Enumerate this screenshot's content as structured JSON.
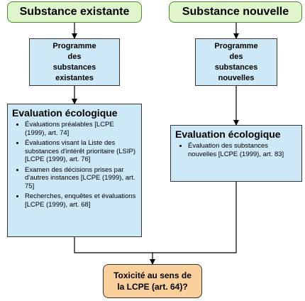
{
  "top_left": "Substance existante",
  "top_right": "Substance nouvelle",
  "program_left": [
    "Programme",
    "des",
    "substances",
    "existantes"
  ],
  "program_right": [
    "Programme",
    "des",
    "substances",
    "nouvelles"
  ],
  "eval_left": {
    "title": "Evaluation écologique",
    "items": [
      "Évaluations préalables [LCPE (1999), art. 74]",
      "Évaluations visant la Liste des substances d'intérêt prioritaire (LSIP) [LCPE (1999), art. 76]",
      "Examen des décisions prises par d'autres instances [LCPE (1999), art. 75]",
      "Recherches, enquêtes et évaluations [LCPE (1999), art. 68]"
    ]
  },
  "eval_right": {
    "title": "Evaluation écologique",
    "items": [
      "Évaluation des substances nouvelles [LCPE (1999), art. 83]"
    ]
  },
  "result": [
    "Toxicité au sens de",
    "la LCPE (art. 64)?"
  ]
}
